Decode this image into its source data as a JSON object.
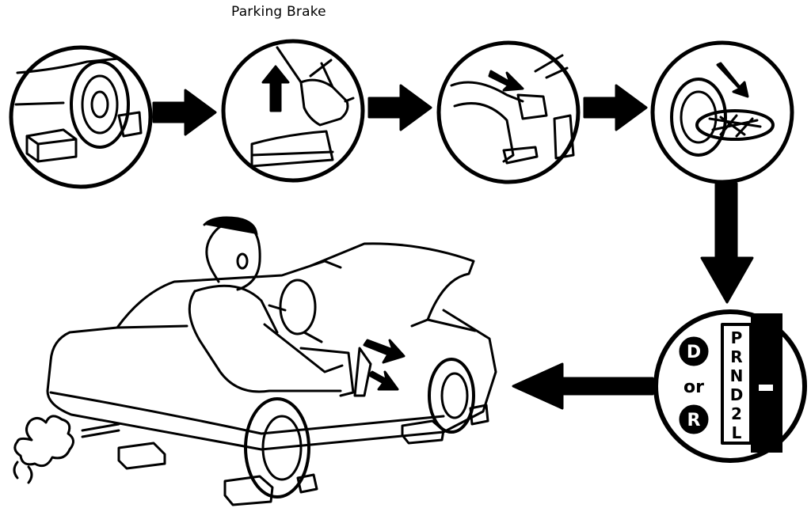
{
  "caption": "Parking Brake",
  "gear_panel": {
    "left_letters": [
      "D",
      "or",
      "R"
    ],
    "selector_letters": [
      "P",
      "R",
      "N",
      "D",
      "2",
      "L"
    ]
  },
  "colors": {
    "ink": "#000000",
    "paper": "#ffffff"
  }
}
